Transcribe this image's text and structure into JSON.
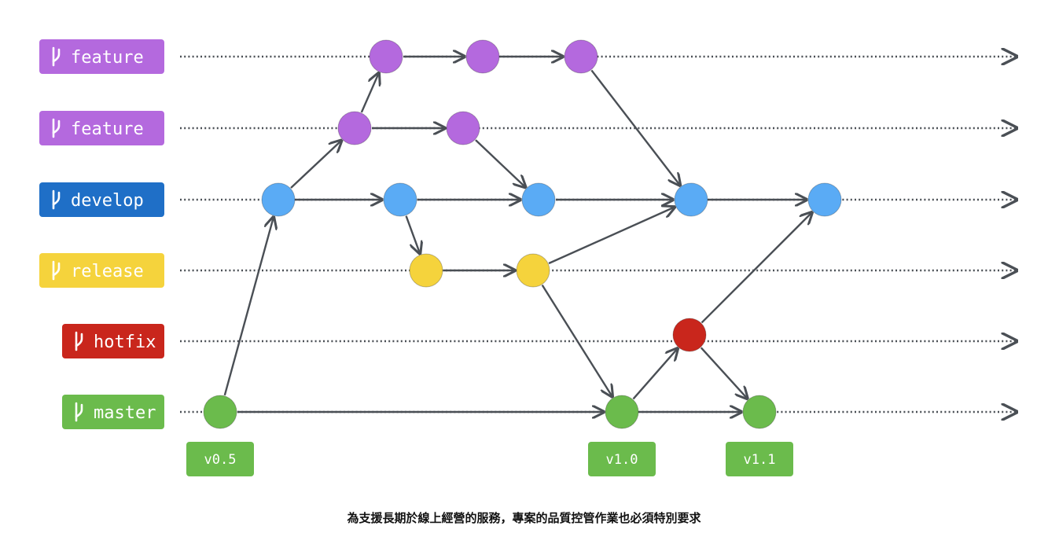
{
  "colors": {
    "feature": "#b469de",
    "develop": "#1f6fc7",
    "develop_commit": "#5aabf5",
    "release": "#f5d33c",
    "hotfix": "#c9261c",
    "master": "#6bbb4c",
    "line": "#4a4f55",
    "label_text": "#ffffff"
  },
  "branches": [
    {
      "id": "feature1",
      "label": "feature",
      "icon": "git-branch-icon",
      "color_key": "feature"
    },
    {
      "id": "feature2",
      "label": "feature",
      "icon": "git-branch-icon",
      "color_key": "feature"
    },
    {
      "id": "develop",
      "label": "develop",
      "icon": "git-branch-icon",
      "color_key": "develop"
    },
    {
      "id": "release",
      "label": "release",
      "icon": "git-branch-icon",
      "color_key": "release"
    },
    {
      "id": "hotfix",
      "label": "hotfix",
      "icon": "git-branch-icon",
      "color_key": "hotfix"
    },
    {
      "id": "master",
      "label": "master",
      "icon": "git-branch-icon",
      "color_key": "master"
    }
  ],
  "tags": [
    {
      "label": "v0.5",
      "commit": "m1"
    },
    {
      "label": "v1.0",
      "commit": "m2"
    },
    {
      "label": "v1.1",
      "commit": "m3"
    }
  ],
  "caption": "為支援長期於線上經營的服務，專案的品質控管作業也必須特別要求"
}
